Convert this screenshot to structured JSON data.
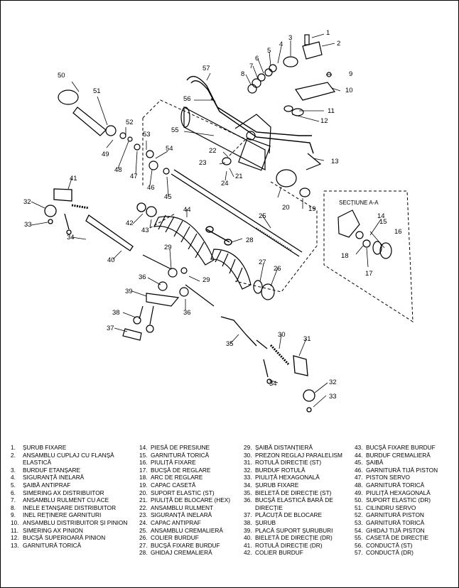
{
  "diagram": {
    "section_label": "SECȚIUNE A-A",
    "callouts": [
      "1",
      "2",
      "3",
      "4",
      "5",
      "6",
      "7",
      "8",
      "9",
      "10",
      "11",
      "12",
      "13",
      "14",
      "15",
      "16",
      "17",
      "18",
      "19",
      "20",
      "21",
      "22",
      "23",
      "24",
      "25",
      "26",
      "27",
      "28",
      "29",
      "29",
      "30",
      "31",
      "32",
      "32",
      "33",
      "33",
      "34",
      "34",
      "35",
      "36",
      "36",
      "37",
      "38",
      "39",
      "40",
      "41",
      "42",
      "43",
      "44",
      "45",
      "46",
      "47",
      "48",
      "49",
      "50",
      "51",
      "52",
      "53",
      "54",
      "55",
      "56",
      "57"
    ]
  },
  "legend": {
    "columns": [
      [
        {
          "num": "1.",
          "text": "ȘURUB FIXARE"
        },
        {
          "num": "2.",
          "text": "ANSAMBLU CUPLAJ CU FLANȘĂ ELASTICĂ"
        },
        {
          "num": "3.",
          "text": "BURDUF ETANȘARE"
        },
        {
          "num": "4.",
          "text": "SIGURANȚĂ INELARĂ"
        },
        {
          "num": "5.",
          "text": "ȘAIBĂ ANTIPRAF"
        },
        {
          "num": "6.",
          "text": "SIMERING AX DISTRIBUITOR"
        },
        {
          "num": "7.",
          "text": "ANSAMBLU RULMENT CU ACE"
        },
        {
          "num": "8.",
          "text": "INELE ETANȘARE DISTRIBUITOR"
        },
        {
          "num": "9.",
          "text": "INEL REȚINERE GARNITURI"
        },
        {
          "num": "10.",
          "text": "ANSAMBLU DISTRIBUITOR ȘI PINION"
        },
        {
          "num": "11.",
          "text": "SIMERING AX PINION"
        },
        {
          "num": "12.",
          "text": "BUCȘĂ SUPERIOARĂ PINION"
        },
        {
          "num": "13.",
          "text": "GARNITURĂ TORICĂ"
        }
      ],
      [
        {
          "num": "14.",
          "text": "PIESĂ DE PRESIUNE"
        },
        {
          "num": "15.",
          "text": "GARNITURĂ TORICĂ"
        },
        {
          "num": "16.",
          "text": "PIULIȚĂ FIXARE"
        },
        {
          "num": "17.",
          "text": "BUCȘĂ DE REGLARE"
        },
        {
          "num": "18.",
          "text": "ARC DE REGLARE"
        },
        {
          "num": "19.",
          "text": "CAPAC CASETĂ"
        },
        {
          "num": "20.",
          "text": "SUPORT ELASTIC (ST)"
        },
        {
          "num": "21.",
          "text": "PIULIȚĂ DE BLOCARE (HEX)"
        },
        {
          "num": "22.",
          "text": "ANSAMBLU RULMENT"
        },
        {
          "num": "23.",
          "text": "SIGURANȚĂ INELARĂ"
        },
        {
          "num": "24.",
          "text": "CAPAC ANTIPRAF"
        },
        {
          "num": "25.",
          "text": "ANSAMBLU CREMALIERĂ"
        },
        {
          "num": "26.",
          "text": "COLIER BURDUF"
        },
        {
          "num": "27.",
          "text": "BUCȘĂ FIXARE BURDUF"
        },
        {
          "num": "28.",
          "text": "GHIDAJ CREMALIERĂ"
        }
      ],
      [
        {
          "num": "29.",
          "text": "ȘAIBĂ DISTANȚIERĂ"
        },
        {
          "num": "30.",
          "text": "PREZON REGLAJ PARALELISM"
        },
        {
          "num": "31.",
          "text": "ROTULĂ DIRECȚIE (ST)"
        },
        {
          "num": "32.",
          "text": "BURDUF ROTULĂ"
        },
        {
          "num": "33.",
          "text": "PIULIȚĂ HEXAGONALĂ"
        },
        {
          "num": "34.",
          "text": "ȘURUB FIXARE"
        },
        {
          "num": "35.",
          "text": "BIELETĂ DE DIRECȚIE (ST)"
        },
        {
          "num": "36.",
          "text": "BUCȘĂ ELASTICĂ BARĂ DE DIRECȚIE"
        },
        {
          "num": "37.",
          "text": "PLĂCUȚĂ DE BLOCARE"
        },
        {
          "num": "38.",
          "text": "ȘURUB"
        },
        {
          "num": "39.",
          "text": "PLACĂ SUPORT ȘURUBURI"
        },
        {
          "num": "40.",
          "text": "BIELETĂ DE DIRECȚIE (DR)"
        },
        {
          "num": "41.",
          "text": "ROTULĂ DIRECȚIE (DR)"
        },
        {
          "num": "42.",
          "text": "COLIER BURDUF"
        }
      ],
      [
        {
          "num": "43.",
          "text": "BUCȘĂ FIXARE BURDUF"
        },
        {
          "num": "44.",
          "text": "BURDUF CREMALIERĂ"
        },
        {
          "num": "45.",
          "text": "ȘAIBĂ"
        },
        {
          "num": "46.",
          "text": "GARNITURĂ TIJĂ PISTON"
        },
        {
          "num": "47.",
          "text": "PISTON SERVO"
        },
        {
          "num": "48.",
          "text": "GARNITURĂ TORICĂ"
        },
        {
          "num": "49.",
          "text": "PIULIȚĂ HEXAGONALĂ"
        },
        {
          "num": "50.",
          "text": "SUPORT ELASTIC (DR)"
        },
        {
          "num": "51.",
          "text": "CILINDRU SERVO"
        },
        {
          "num": "52.",
          "text": "GARNITURĂ PISTON"
        },
        {
          "num": "53.",
          "text": "GARNITURĂ TORICĂ"
        },
        {
          "num": "54.",
          "text": "GHIDAJ TIJĂ PISTON"
        },
        {
          "num": "55.",
          "text": "CASETĂ DE DIRECȚIE"
        },
        {
          "num": "56.",
          "text": "CONDUCTĂ (ST)"
        },
        {
          "num": "57.",
          "text": "CONDUCTĂ (DR)"
        }
      ]
    ]
  }
}
